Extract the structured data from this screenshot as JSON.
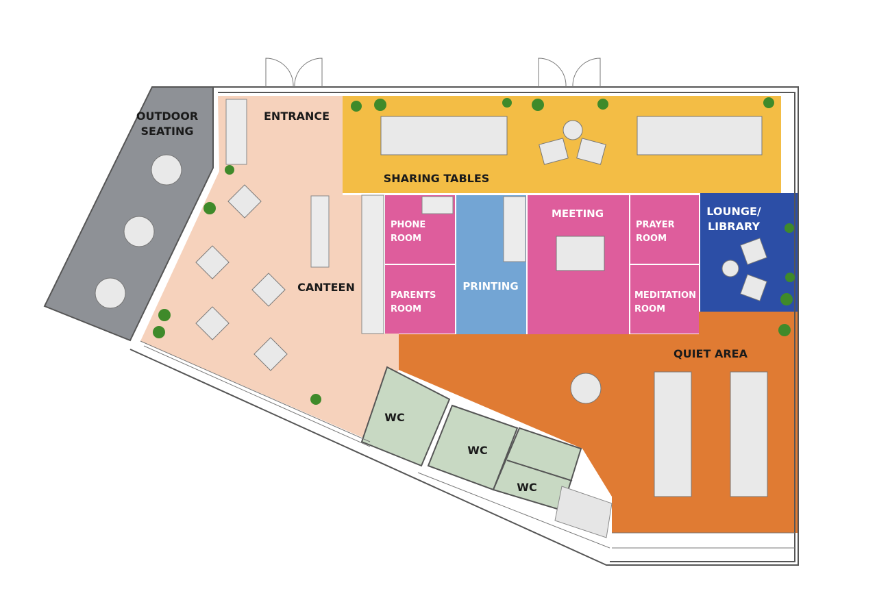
{
  "colors": {
    "outdoor": "#8e9196",
    "canteen": "#f6d2bc",
    "sharing": "#f3bd45",
    "pink": "#de5d9c",
    "printing": "#73a5d4",
    "lounge": "#2c4ea6",
    "quiet": "#e07b33",
    "wc": "#c8d9c3",
    "plant": "#3f8a2a"
  },
  "rooms": {
    "outdoor_line1": "OUTDOOR",
    "outdoor_line2": "SEATING",
    "entrance": "ENTRANCE",
    "sharing_tables": "SHARING TABLES",
    "canteen": "CANTEEN",
    "phone_line1": "PHONE",
    "phone_line2": "ROOM",
    "parents_line1": "PARENTS",
    "parents_line2": "ROOM",
    "printing": "PRINTING",
    "meeting": "MEETING",
    "prayer_line1": "PRAYER",
    "prayer_line2": "ROOM",
    "meditation_line1": "MEDITATION",
    "meditation_line2": "ROOM",
    "lounge_line1": "LOUNGE/",
    "lounge_line2": "LIBRARY",
    "quiet_area": "QUIET AREA",
    "wc_1": "WC",
    "wc_2": "WC",
    "wc_3": "WC"
  }
}
